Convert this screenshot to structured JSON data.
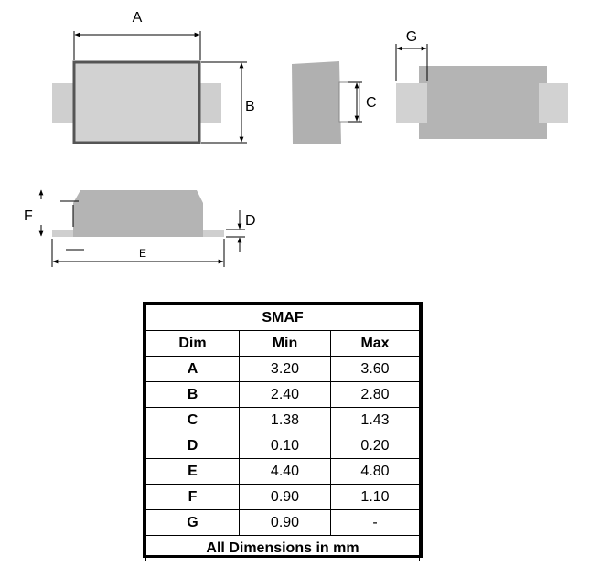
{
  "labels": {
    "A": "A",
    "B": "B",
    "C": "C",
    "D": "D",
    "E": "E",
    "F": "F",
    "G": "G"
  },
  "table": {
    "title": "SMAF",
    "headers": [
      "Dim",
      "Min",
      "Max"
    ],
    "rows": [
      {
        "dim": "A",
        "min": "3.20",
        "max": "3.60"
      },
      {
        "dim": "B",
        "min": "2.40",
        "max": "2.80"
      },
      {
        "dim": "C",
        "min": "1.38",
        "max": "1.43"
      },
      {
        "dim": "D",
        "min": "0.10",
        "max": "0.20"
      },
      {
        "dim": "E",
        "min": "4.40",
        "max": "4.80"
      },
      {
        "dim": "F",
        "min": "0.90",
        "max": "1.10"
      },
      {
        "dim": "G",
        "min": "0.90",
        "max": "-"
      }
    ],
    "footer": "All Dimensions in mm"
  }
}
